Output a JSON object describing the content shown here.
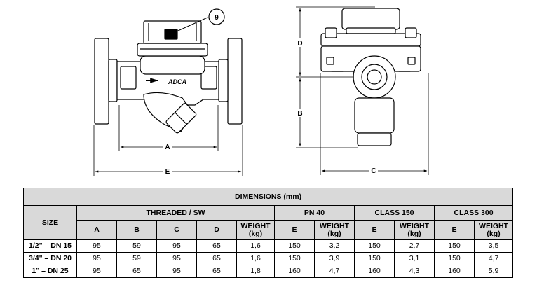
{
  "drawing": {
    "callout": "9",
    "dim_labels": {
      "a": "A",
      "b": "B",
      "c": "C",
      "d": "D",
      "e": "E"
    },
    "brand": "ADCA"
  },
  "table": {
    "title": "DIMENSIONS (mm)",
    "size_header": "SIZE",
    "groups": [
      "THREADED / SW",
      "PN 40",
      "CLASS 150",
      "CLASS 300"
    ],
    "columns": [
      "A",
      "B",
      "C",
      "D",
      "WEIGHT\n(kg)",
      "E",
      "WEIGHT\n(kg)",
      "E",
      "WEIGHT\n(kg)",
      "E",
      "WEIGHT\n(kg)"
    ],
    "rows": [
      {
        "size": "1/2\" – DN 15",
        "cells": [
          "95",
          "59",
          "95",
          "65",
          "1,6",
          "150",
          "3,2",
          "150",
          "2,7",
          "150",
          "3,5"
        ]
      },
      {
        "size": "3/4\" – DN 20",
        "cells": [
          "95",
          "59",
          "95",
          "65",
          "1,6",
          "150",
          "3,9",
          "150",
          "3,1",
          "150",
          "4,7"
        ]
      },
      {
        "size": "1\" – DN 25",
        "cells": [
          "95",
          "65",
          "95",
          "65",
          "1,8",
          "160",
          "4,7",
          "160",
          "4,3",
          "160",
          "5,9"
        ]
      }
    ]
  }
}
